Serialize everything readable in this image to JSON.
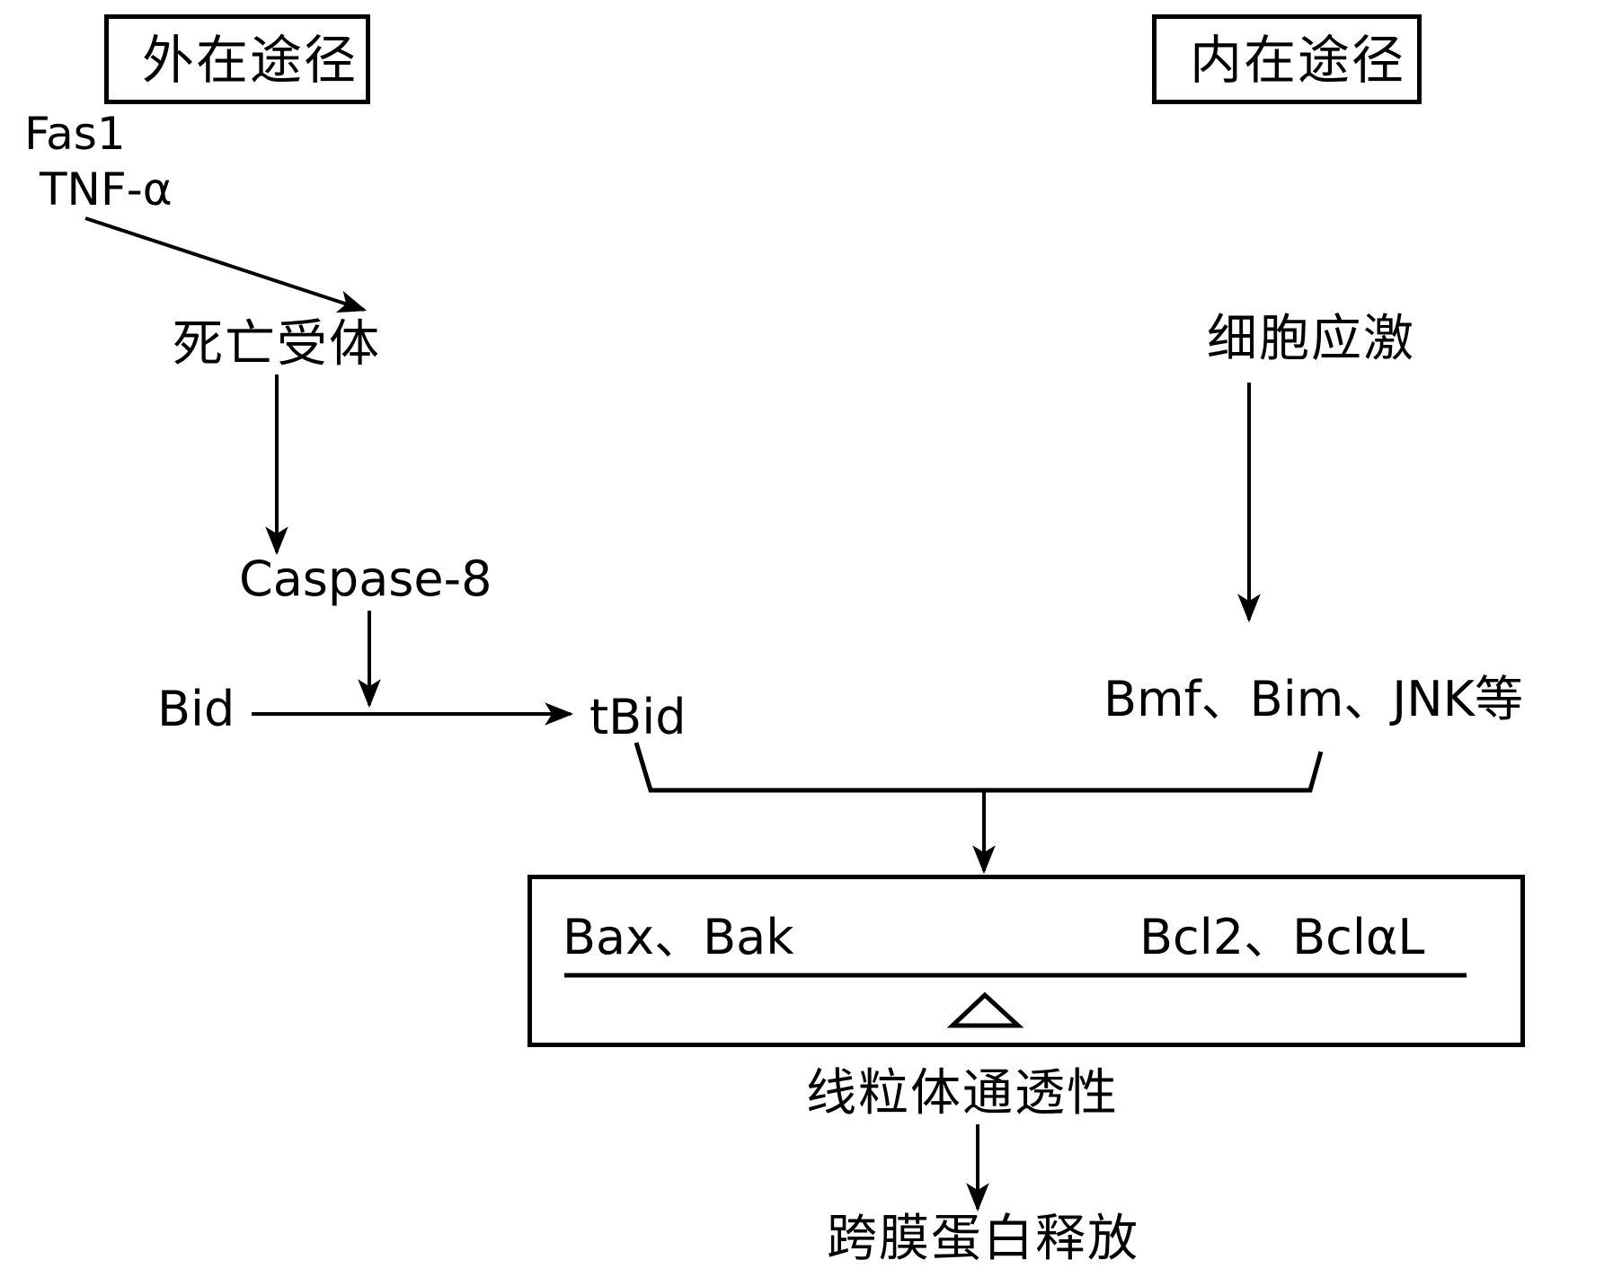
{
  "extrinsic": {
    "title": "外在途径",
    "ligands": [
      "Fas1",
      "TNF-α"
    ],
    "receptor": "死亡受体",
    "caspase": "Caspase-8",
    "bid": "Bid",
    "tbid": "tBid"
  },
  "intrinsic": {
    "title": "内在途径",
    "stimulus": "细胞应激",
    "mediators": "Bmf、Bim、JNK等"
  },
  "balance": {
    "pro_apoptotic": "Bax、Bak",
    "anti_apoptotic": "Bcl2、BclαL"
  },
  "outcome": {
    "permeability": "线粒体通透性",
    "release": "跨膜蛋白释放"
  },
  "colors": {
    "line": "#000000",
    "background": "#ffffff"
  }
}
